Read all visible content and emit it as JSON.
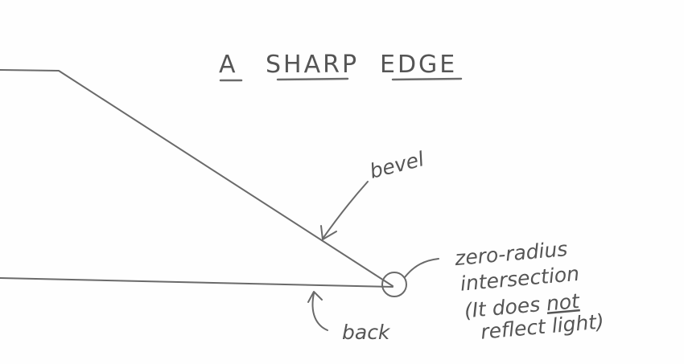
{
  "title": {
    "word1": "A",
    "word2": "SHARP",
    "word3": "EDGE"
  },
  "labels": {
    "bevel": "bevel",
    "back": "back",
    "intersection_line1": "zero-radius",
    "intersection_line2": "intersection",
    "note_line1_open": "(It does ",
    "note_line1_emph": "not",
    "note_line2": "reflect light)"
  },
  "colors": {
    "ink": "#555555",
    "paper": "#fefefe"
  }
}
